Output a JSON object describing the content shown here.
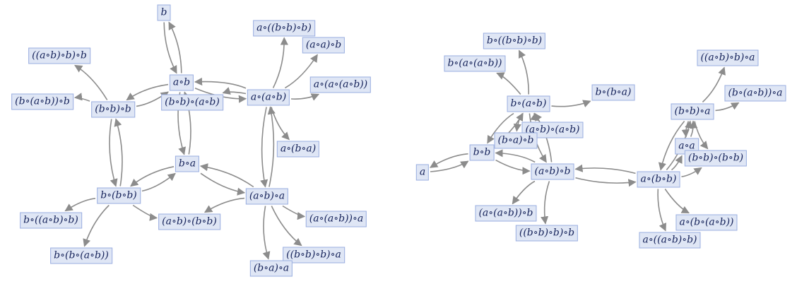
{
  "graphs": [
    {
      "id": "left",
      "nodes": [
        {
          "id": "b",
          "label": "b"
        },
        {
          "id": "ab",
          "label": "a∘b"
        },
        {
          "id": "a_abb",
          "label": "a∘((b∘b)∘b)"
        },
        {
          "id": "aa_b",
          "label": "(a∘a)∘b"
        },
        {
          "id": "abb_b",
          "label": "((a∘b)∘b)∘b"
        },
        {
          "id": "a_a_ab",
          "label": "a∘(a∘(a∘b))"
        },
        {
          "id": "b_ab_b",
          "label": "(b∘(a∘b))∘b"
        },
        {
          "id": "bb_b",
          "label": "(b∘b)∘b"
        },
        {
          "id": "bb_ab",
          "label": "(b∘b)∘(a∘b)"
        },
        {
          "id": "a_ab",
          "label": "a∘(a∘b)"
        },
        {
          "id": "a_ba",
          "label": "a∘(b∘a)"
        },
        {
          "id": "ba",
          "label": "b∘a"
        },
        {
          "id": "b_bb",
          "label": "b∘(b∘b)"
        },
        {
          "id": "ab_a",
          "label": "(a∘b)∘a"
        },
        {
          "id": "b_abb",
          "label": "b∘((a∘b)∘b)"
        },
        {
          "id": "ab_bb",
          "label": "(a∘b)∘(b∘b)"
        },
        {
          "id": "a_ab_a",
          "label": "(a∘(a∘b))∘a"
        },
        {
          "id": "b_b_ab",
          "label": "b∘(b∘(a∘b))"
        },
        {
          "id": "bbb_a",
          "label": "((b∘b)∘b)∘a"
        },
        {
          "id": "ba_a",
          "label": "(b∘a)∘a"
        }
      ],
      "edges": [
        [
          "ab",
          "b"
        ],
        [
          "b",
          "ab"
        ],
        [
          "ab",
          "a_ab"
        ],
        [
          "a_ab",
          "ab"
        ],
        [
          "bb_b",
          "abb_b"
        ],
        [
          "bb_b",
          "b_ab_b"
        ],
        [
          "bb_b",
          "ab"
        ],
        [
          "ab",
          "bb_b"
        ],
        [
          "ab",
          "ba"
        ],
        [
          "ba",
          "ab"
        ],
        [
          "bb_b",
          "b_bb"
        ],
        [
          "b_bb",
          "bb_b"
        ],
        [
          "a_ab",
          "a_abb"
        ],
        [
          "a_ab",
          "aa_b"
        ],
        [
          "a_ab",
          "a_a_ab"
        ],
        [
          "a_ab",
          "bb_ab"
        ],
        [
          "a_ab",
          "a_ba"
        ],
        [
          "ab_a",
          "a_ab"
        ],
        [
          "a_ab",
          "ab_a"
        ],
        [
          "ba",
          "ab_a"
        ],
        [
          "ab_a",
          "ba"
        ],
        [
          "ba",
          "b_bb"
        ],
        [
          "b_bb",
          "ba"
        ],
        [
          "b_bb",
          "b_abb"
        ],
        [
          "b_bb",
          "b_b_ab"
        ],
        [
          "b_bb",
          "ab_bb"
        ],
        [
          "ab_a",
          "ab_bb"
        ],
        [
          "ab_a",
          "a_ab_a"
        ],
        [
          "ab_a",
          "bbb_a"
        ],
        [
          "ab_a",
          "ba_a"
        ]
      ]
    },
    {
      "id": "right",
      "nodes": [
        {
          "id": "b_bbb",
          "label": "b∘((b∘b)∘b)"
        },
        {
          "id": "b_a_ab",
          "label": "b∘(a∘(a∘b))"
        },
        {
          "id": "b_ab",
          "label": "b∘(a∘b)"
        },
        {
          "id": "b_ba",
          "label": "b∘(b∘a)"
        },
        {
          "id": "abb_a",
          "label": "((a∘b)∘b)∘a"
        },
        {
          "id": "b_ab_a",
          "label": "(b∘(a∘b))∘a"
        },
        {
          "id": "bb_a",
          "label": "(b∘b)∘a"
        },
        {
          "id": "ab_ab",
          "label": "(a∘b)∘(a∘b)"
        },
        {
          "id": "ba_b",
          "label": "(b∘a)∘b"
        },
        {
          "id": "bb",
          "label": "b∘b"
        },
        {
          "id": "aa",
          "label": "a∘a"
        },
        {
          "id": "bb_bb",
          "label": "(b∘b)∘(b∘b)"
        },
        {
          "id": "a",
          "label": "a"
        },
        {
          "id": "ab_b",
          "label": "(a∘b)∘b"
        },
        {
          "id": "a_bb",
          "label": "a∘(b∘b)"
        },
        {
          "id": "a_ab_b",
          "label": "(a∘(a∘b))∘b"
        },
        {
          "id": "a_b_ab",
          "label": "a∘(b∘(a∘b))"
        },
        {
          "id": "bbb_b",
          "label": "((b∘b)∘b)∘b"
        },
        {
          "id": "a_abb",
          "label": "a∘((a∘b)∘b)"
        }
      ],
      "edges": [
        [
          "b_ab",
          "b_bbb"
        ],
        [
          "b_ab",
          "b_a_ab"
        ],
        [
          "b_ab",
          "b_ba"
        ],
        [
          "b_ab",
          "bb"
        ],
        [
          "bb",
          "b_ab"
        ],
        [
          "b_ab",
          "ab_b"
        ],
        [
          "ab_b",
          "b_ab"
        ],
        [
          "b_ab",
          "ab_ab"
        ],
        [
          "b_ab",
          "ba_b"
        ],
        [
          "bb",
          "a"
        ],
        [
          "a",
          "bb"
        ],
        [
          "bb",
          "ab_b"
        ],
        [
          "ab_b",
          "bb"
        ],
        [
          "ab_b",
          "a_ab_b"
        ],
        [
          "ab_b",
          "bbb_b"
        ],
        [
          "ab_b",
          "a_bb"
        ],
        [
          "a_bb",
          "ab_b"
        ],
        [
          "a_bb",
          "bb_a"
        ],
        [
          "bb_a",
          "a_bb"
        ],
        [
          "bb_a",
          "abb_a"
        ],
        [
          "bb_a",
          "b_ab_a"
        ],
        [
          "bb_a",
          "aa"
        ],
        [
          "aa",
          "bb_a"
        ],
        [
          "a_bb",
          "aa"
        ],
        [
          "bb_a",
          "bb_bb"
        ],
        [
          "a_bb",
          "bb_bb"
        ],
        [
          "a_bb",
          "a_b_ab"
        ],
        [
          "a_bb",
          "a_abb"
        ]
      ]
    }
  ],
  "colors": {
    "node_fill": "#dfe6f5",
    "node_border": "#9aaee0",
    "node_text": "#16235a",
    "edge": "#8c8c8c"
  }
}
